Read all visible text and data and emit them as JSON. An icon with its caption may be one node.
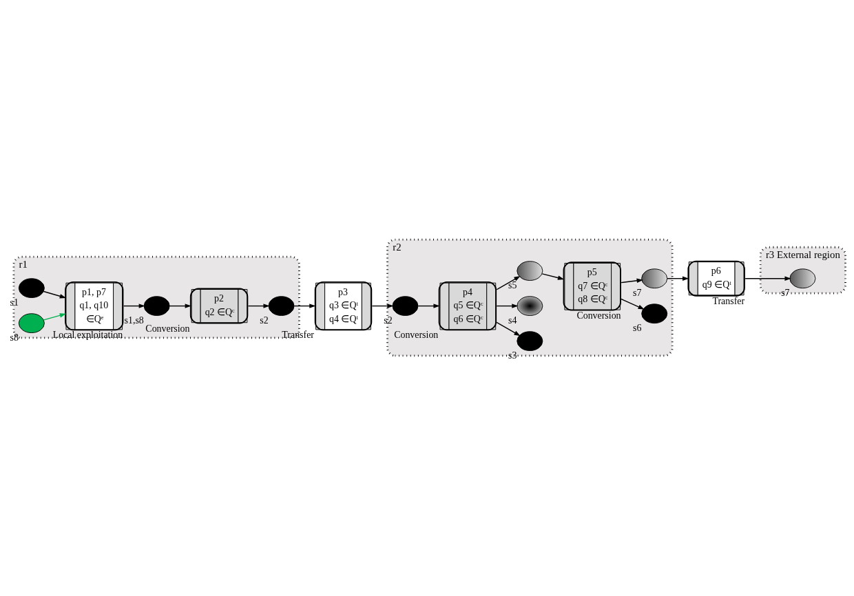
{
  "diagram": {
    "nodes": [
      {
        "text": [
          "r1"
        ]
      },
      {
        "text": [
          "r2"
        ]
      },
      {
        "text": [
          "r3 External region"
        ]
      },
      {
        "text": [],
        "shape": "circle",
        "beside": [
          "s1"
        ],
        "in": 0
      },
      {
        "text": [],
        "shape": "circle",
        "beside": [
          "s8"
        ],
        "in": 0
      },
      {
        "text": [
          "p1, p7",
          "q1, q10",
          "∈Qᵉ"
        ],
        "beside": [
          "Local exploitation"
        ],
        "in": 0
      },
      {
        "text": [],
        "shape": "circle",
        "beside": [
          "s1,s8"
        ],
        "in": 0
      },
      {
        "text": [
          "p2",
          "q2 ∈Qᶜ"
        ],
        "beside": [
          "Conversion"
        ],
        "in": 0
      },
      {
        "text": [],
        "shape": "circle",
        "beside": [
          "s2"
        ],
        "in": 0
      },
      {
        "text": [
          "p3",
          "q3 ∈Qᵗ",
          "q4 ∈Qᵗ"
        ],
        "beside": [
          "Transfer"
        ]
      },
      {
        "text": [],
        "shape": "circle",
        "beside": [
          "s2"
        ],
        "in": 1
      },
      {
        "text": [
          "p4",
          "q5 ∈Qᶜ",
          "q6 ∈Qᶜ"
        ],
        "beside": [
          "Conversion"
        ],
        "in": 1
      },
      {
        "text": [],
        "shape": "circle",
        "beside": [
          "s3"
        ],
        "in": 1
      },
      {
        "text": [],
        "shape": "circle",
        "beside": [
          "s4"
        ],
        "in": 1
      },
      {
        "text": [],
        "shape": "circle",
        "beside": [
          "s5"
        ],
        "in": 1
      },
      {
        "text": [
          "p5",
          "q7 ∈Qᶜ",
          "q8 ∈Qᶜ"
        ],
        "beside": [
          "Conversion"
        ],
        "in": 1
      },
      {
        "text": [],
        "shape": "circle",
        "beside": [
          "s6"
        ],
        "in": 1
      },
      {
        "text": [],
        "shape": "circle",
        "beside": [
          "s7"
        ],
        "in": 1
      },
      {
        "text": [
          "p6",
          "q9 ∈Qᵗ"
        ],
        "beside": [
          "Transfer"
        ]
      },
      {
        "text": [],
        "shape": "circle",
        "beside": [
          "s7"
        ],
        "in": 2
      }
    ],
    "edges": [
      {
        "from": 3,
        "to": 5,
        "arrow": "to"
      },
      {
        "from": 4,
        "to": 5,
        "arrow": "to",
        "color": "#00b050"
      },
      {
        "from": 5,
        "to": 6,
        "arrow": "to"
      },
      {
        "from": 6,
        "to": 7,
        "arrow": "to"
      },
      {
        "from": 7,
        "to": 8,
        "arrow": "to"
      },
      {
        "from": 8,
        "to": 9,
        "arrow": "to"
      },
      {
        "from": 9,
        "to": 10,
        "arrow": "to"
      },
      {
        "from": 10,
        "to": 11,
        "arrow": "to"
      },
      {
        "from": 11,
        "to": 12,
        "arrow": "to"
      },
      {
        "from": 11,
        "to": 13,
        "arrow": "to"
      },
      {
        "from": 11,
        "to": 14,
        "arrow": "to"
      },
      {
        "from": 14,
        "to": 15,
        "arrow": "to"
      },
      {
        "from": 15,
        "to": 16,
        "arrow": "to"
      },
      {
        "from": 15,
        "to": 17,
        "arrow": "to"
      },
      {
        "from": 17,
        "to": 18,
        "arrow": "to"
      },
      {
        "from": 18,
        "to": 19,
        "arrow": "to"
      }
    ]
  }
}
